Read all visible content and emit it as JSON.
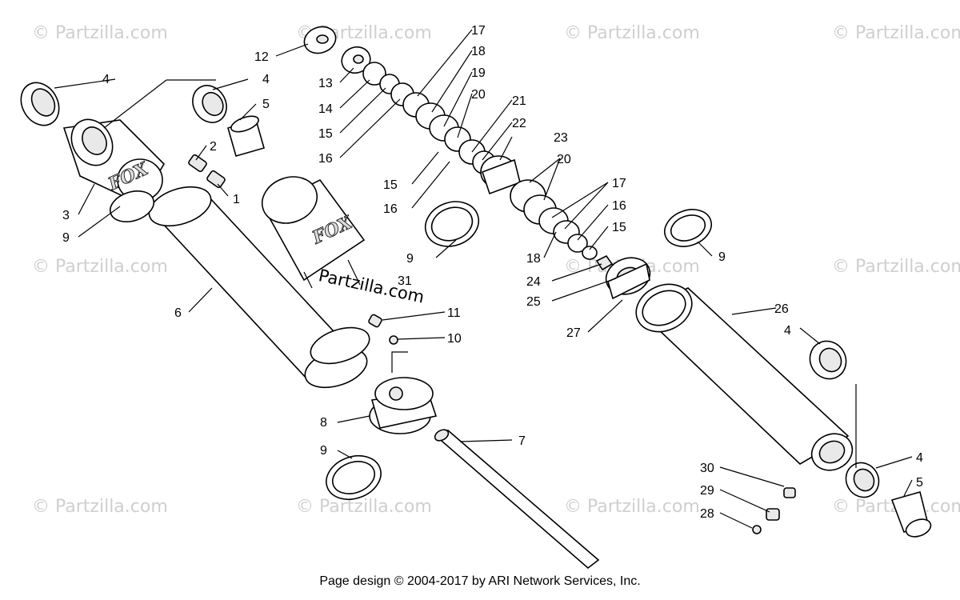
{
  "diagram": {
    "watermark_text": "© Partzilla.com",
    "brand_text": "FOX",
    "callouts": {
      "c1": "1",
      "c2": "2",
      "c3": "3",
      "c4a": "4",
      "c4b": "4",
      "c4c": "4",
      "c4d": "4",
      "c5a": "5",
      "c5b": "5",
      "c6": "6",
      "c7": "7",
      "c8": "8",
      "c9a": "9",
      "c9b": "9",
      "c9c": "9",
      "c9d": "9",
      "c10": "10",
      "c11": "11",
      "c12": "12",
      "c13": "13",
      "c14": "14",
      "c15a": "15",
      "c15b": "15",
      "c15c": "15",
      "c16a": "16",
      "c16b": "16",
      "c16c": "16",
      "c17a": "17",
      "c17b": "17",
      "c18a": "18",
      "c18b": "18",
      "c19": "19",
      "c20a": "20",
      "c20b": "20",
      "c21": "21",
      "c22": "22",
      "c23": "23",
      "c24": "24",
      "c25": "25",
      "c26": "26",
      "c27": "27",
      "c28": "28",
      "c29": "29",
      "c30": "30",
      "c31": "31"
    }
  },
  "footer": {
    "text": "Page design © 2004-2017 by ARI Network Services, Inc."
  }
}
